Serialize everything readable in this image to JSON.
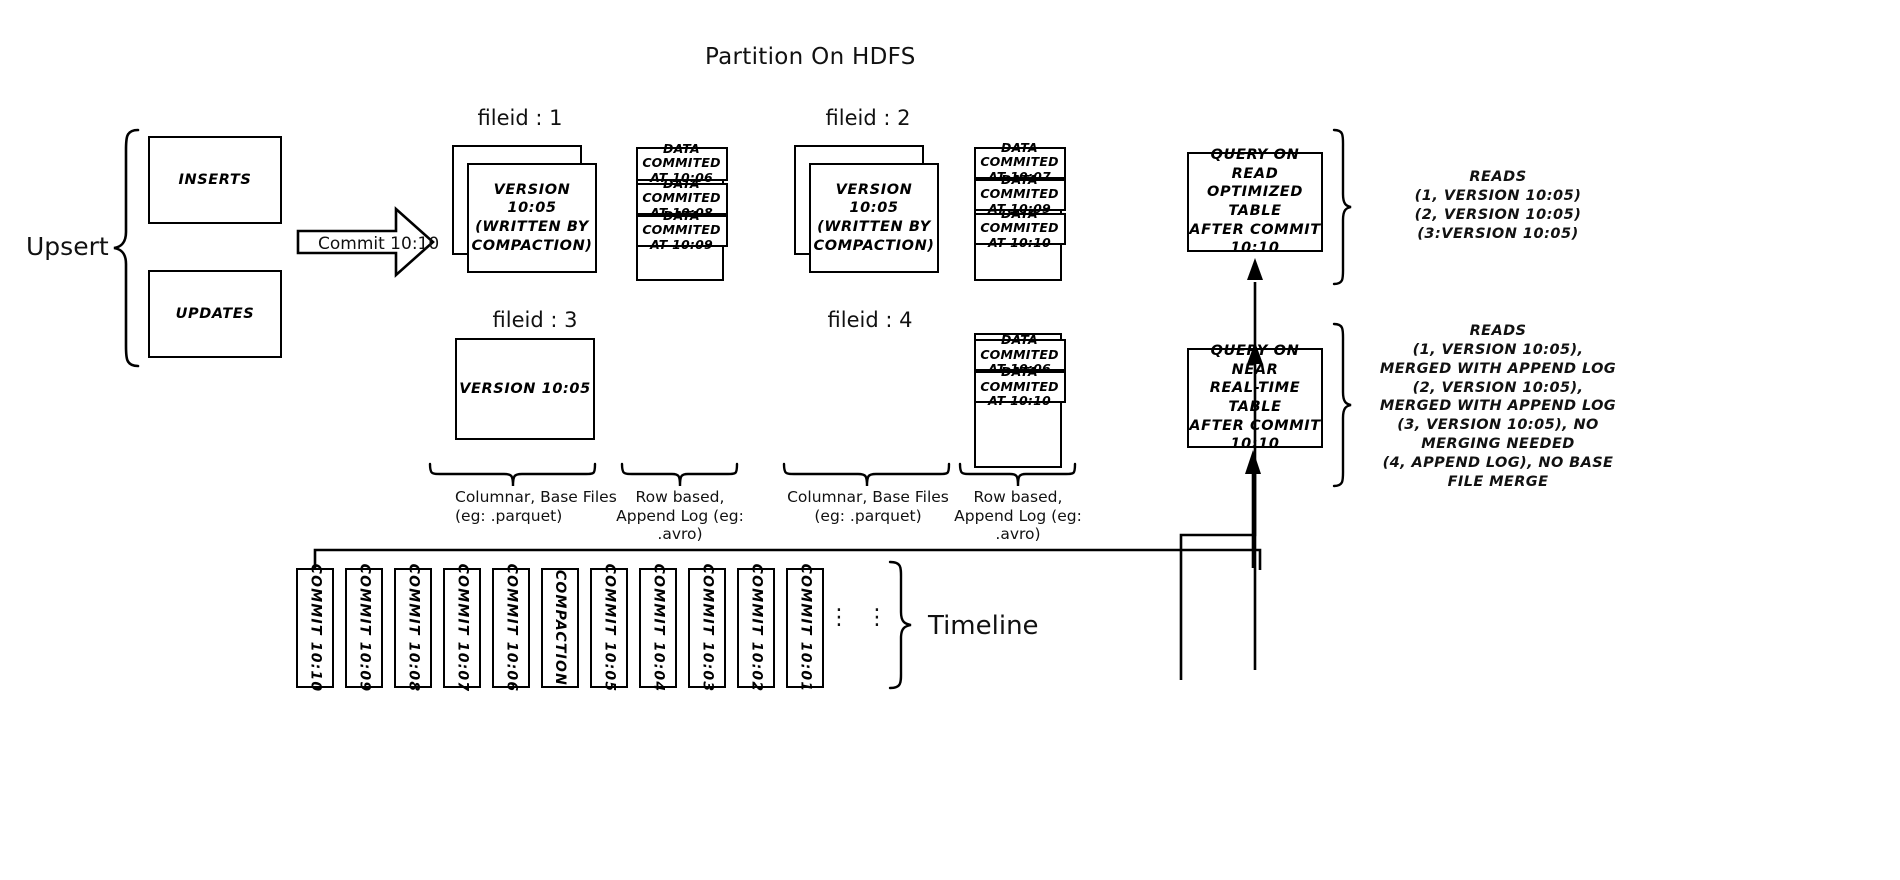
{
  "title": "Partition On HDFS",
  "left": {
    "upsert_label": "Upsert",
    "inserts_label": "INSERTS",
    "updates_label": "UPDATES",
    "commit_arrow_label": "Commit 10:10"
  },
  "file_groups": [
    {
      "fileid_label": "fileid : 1",
      "base_file_text": "VERSION 10:05\n(WRITTEN BY\nCOMPACTION)",
      "stacked": true,
      "log_entries": [
        "DATA COMMITED\nAT 10:06",
        "DATA COMMITED\nAT 10:08",
        "DATA COMMITED\nAT 10:09"
      ]
    },
    {
      "fileid_label": "fileid : 2",
      "base_file_text": "VERSION 10:05\n(WRITTEN BY\nCOMPACTION)",
      "stacked": true,
      "log_entries": [
        "DATA COMMITED\nAT 10:07",
        "DATA COMMITED\nAT 10:09",
        "DATA COMMITED\nAT 10:10"
      ]
    },
    {
      "fileid_label": "fileid : 3",
      "base_file_text": "VERSION 10:05",
      "stacked": false,
      "log_entries": []
    },
    {
      "fileid_label": "fileid : 4",
      "base_file_text": "",
      "stacked": false,
      "log_entries": [
        "DATA COMMITED\nAT 10:06",
        "DATA COMMITED\nAT 10:10"
      ]
    }
  ],
  "captions": {
    "columnar_1": "Columnar, Base Files\n(eg: .parquet)",
    "append_1": "Row based,\nAppend Log  (eg:\n.avro)",
    "columnar_2": "Columnar, Base Files\n(eg: .parquet)",
    "append_2": "Row based,\nAppend Log  (eg:\n.avro)"
  },
  "queries": {
    "read_optimized": {
      "box_text": "QUERY ON READ\nOPTIMIZED TABLE\nAFTER COMMIT\n10:10",
      "reads_text": "READS\n(1, VERSION 10:05)\n(2, VERSION 10:05)\n(3:VERSION 10:05)"
    },
    "near_real_time": {
      "box_text": "QUERY ON NEAR\nREAL-TIME TABLE\nAFTER COMMIT\n10:10",
      "reads_text": "READS\n(1, VERSION 10:05),\nMERGED WITH APPEND LOG\n(2, VERSION 10:05),\nMERGED WITH APPEND LOG\n(3, VERSION 10:05), NO\nMERGING NEEDED\n(4, APPEND LOG), NO BASE\nFILE MERGE"
    }
  },
  "timeline": {
    "label": "Timeline",
    "ellipsis": "⋮",
    "items": [
      "COMMIT  10:10",
      "COMMIT  10:09",
      "COMMIT  10:08",
      "COMMIT  10:07",
      "COMMIT  10:06",
      "COMPACTION",
      "COMMIT  10:05",
      "COMMIT  10:04",
      "COMMIT  10:03",
      "COMMIT  10:02",
      "COMMIT  10:01"
    ]
  },
  "colors": {
    "stroke": "#000000",
    "background": "#ffffff"
  }
}
